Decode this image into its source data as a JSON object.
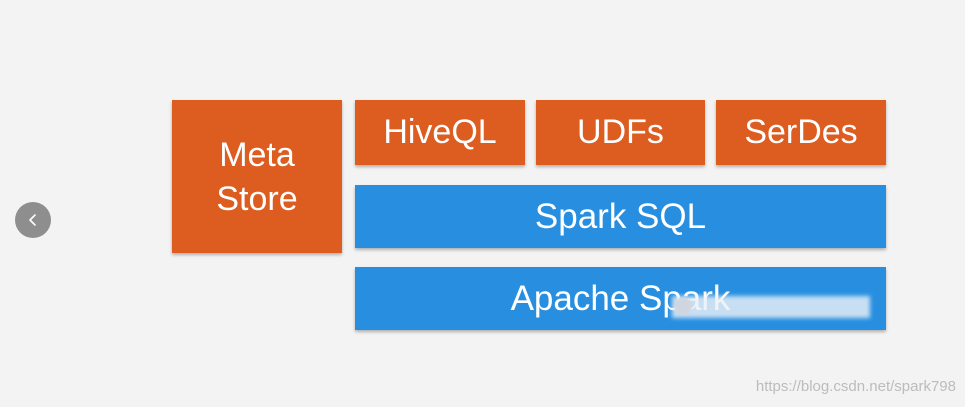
{
  "diagram": {
    "meta_store": "Meta\nStore",
    "hiveql": "HiveQL",
    "udfs": "UDFs",
    "serdes": "SerDes",
    "spark_sql": "Spark SQL",
    "apache_spark": "Apache Spark"
  },
  "nav": {
    "prev_icon": "chevron-left-icon"
  },
  "watermark": {
    "url": "https://blog.csdn.net/spark798"
  },
  "colors": {
    "orange": "#dd5c20",
    "blue": "#288fe0",
    "background": "#f3f3f3"
  }
}
